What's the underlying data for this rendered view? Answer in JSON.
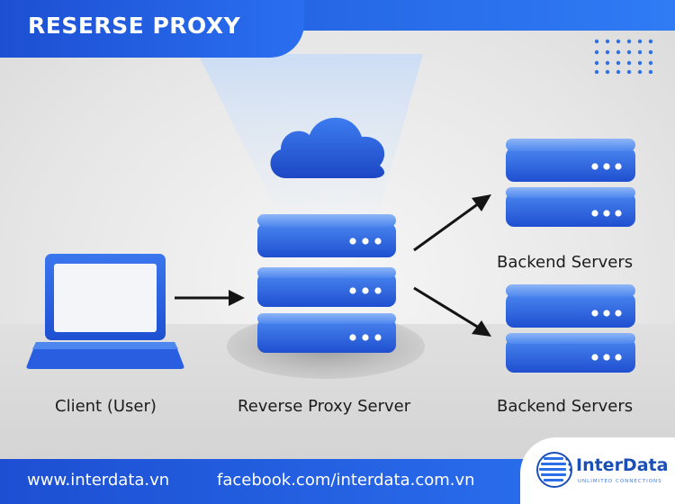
{
  "header": {
    "title": "RESERSE PROXY"
  },
  "nodes": {
    "client": "Client (User)",
    "proxy": "Reverse Proxy Server",
    "backend_top": "Backend Servers",
    "backend_bottom": "Backend Servers"
  },
  "footer": {
    "website": "www.interdata.vn",
    "facebook": "facebook.com/interdata.com.vn"
  },
  "logo": {
    "name": "InterData",
    "tagline": "UNLIMITED CONNECTIONS"
  },
  "icons": [
    "cloud-icon",
    "laptop-icon",
    "server-stack-icon",
    "arrow-icon",
    "dot-grid-icon",
    "interdata-logo-icon"
  ],
  "colors": {
    "brand_blue": "#2563eb",
    "dark_blue": "#1d4fd3",
    "server_blue": "#2b62df",
    "text": "#1c1c1c"
  }
}
